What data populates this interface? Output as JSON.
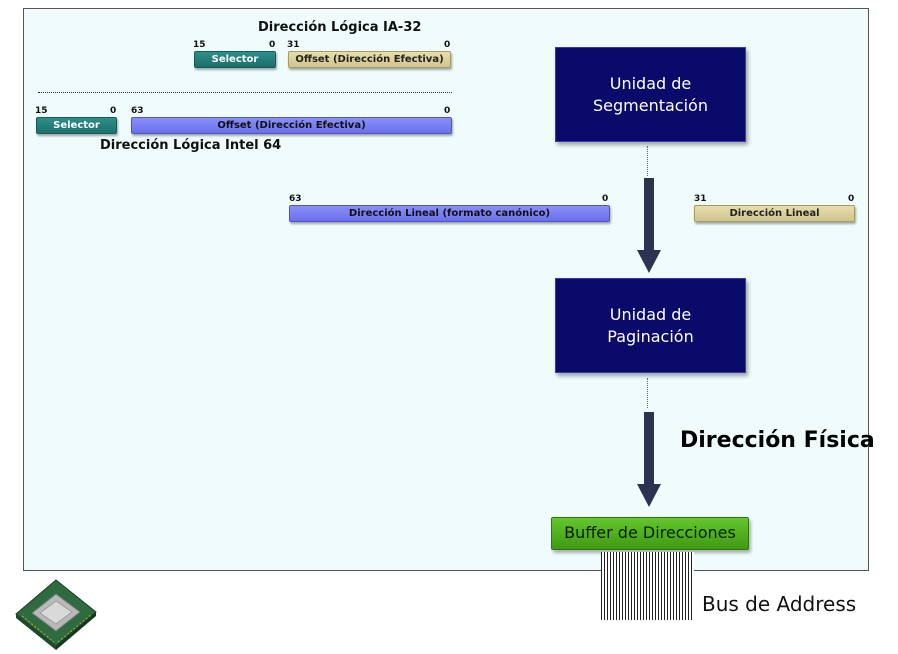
{
  "ia32": {
    "title": "Dirección Lógica IA-32",
    "selector": {
      "hi": "15",
      "lo": "0",
      "label": "Selector"
    },
    "offset": {
      "hi": "31",
      "lo": "0",
      "label": "Offset (Dirección Efectiva)"
    }
  },
  "intel64": {
    "title": "Dirección Lógica Intel 64",
    "selector": {
      "hi": "15",
      "lo": "0",
      "label": "Selector"
    },
    "offset": {
      "hi": "63",
      "lo": "0",
      "label": "Offset (Dirección Efectiva)"
    }
  },
  "linear64": {
    "hi": "63",
    "lo": "0",
    "label": "Dirección Lineal (formato canónico)"
  },
  "linear32": {
    "hi": "31",
    "lo": "0",
    "label": "Dirección Lineal"
  },
  "segmentation_unit": {
    "line1": "Unidad de",
    "line2": "Segmentación"
  },
  "paging_unit": {
    "line1": "Unidad de",
    "line2": "Paginación"
  },
  "physical_address_label": "Dirección Física",
  "buffer_label": "Buffer de Direcciones",
  "bus_label": "Bus de Address",
  "colors": {
    "unit_fill": "#0a0a6b",
    "selector_fill": "#1f7a76",
    "offset32_fill": "#d9d09a",
    "offset64_fill": "#777cf3",
    "buffer_fill": "#4fae1c",
    "arrow_fill": "#2b3350",
    "panel_fill": "#f0fcfc"
  },
  "icons": [
    "cpu-chip-icon"
  ]
}
